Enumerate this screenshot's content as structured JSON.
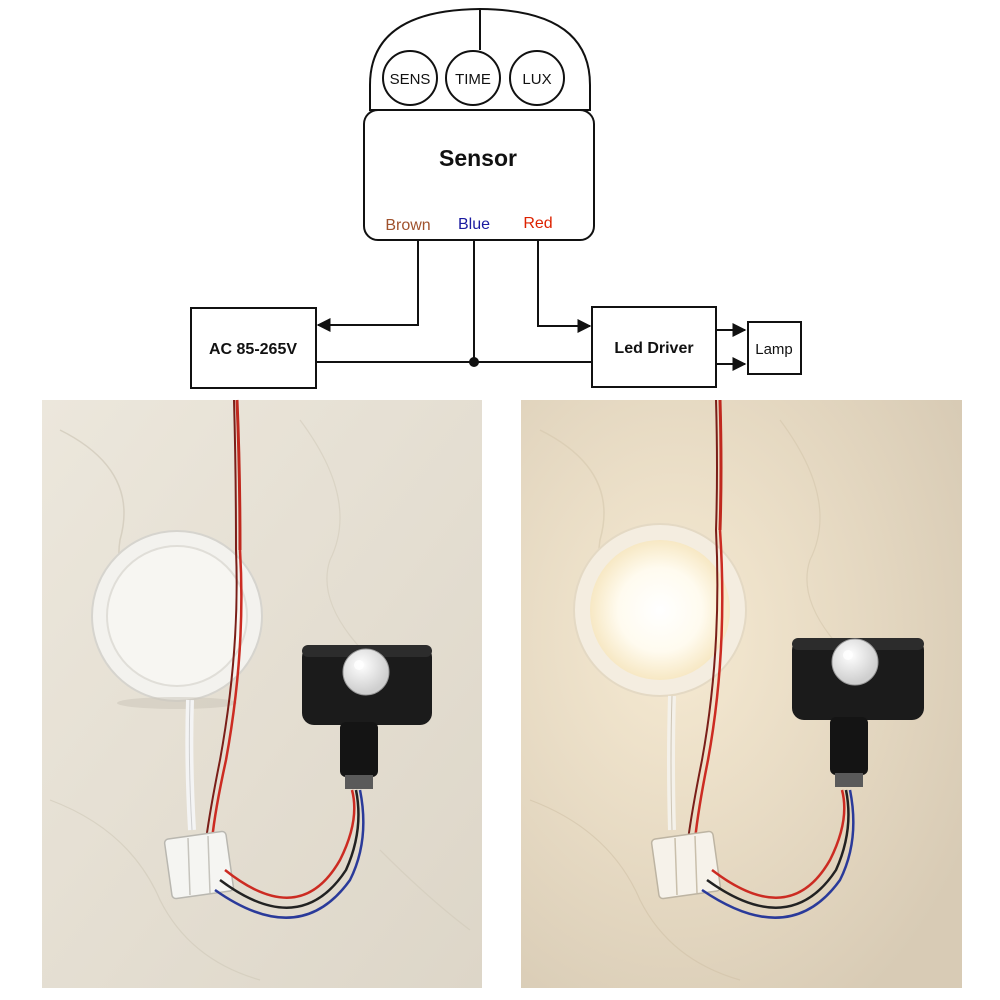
{
  "diagram": {
    "knobs": {
      "sens": "SENS",
      "time": "TIME",
      "lux": "LUX"
    },
    "sensor_title": "Sensor",
    "wires": {
      "brown": "Brown",
      "blue": "Blue",
      "red": "Red"
    },
    "ac_box": "AC 85-265V",
    "driver_box": "Led Driver",
    "lamp_box": "Lamp"
  },
  "colors": {
    "brown": "#a0522d",
    "blue": "#1a1aa0",
    "red": "#dd2200",
    "line": "#111111"
  },
  "photos": [
    {
      "state": "lamp-off"
    },
    {
      "state": "lamp-on"
    }
  ]
}
